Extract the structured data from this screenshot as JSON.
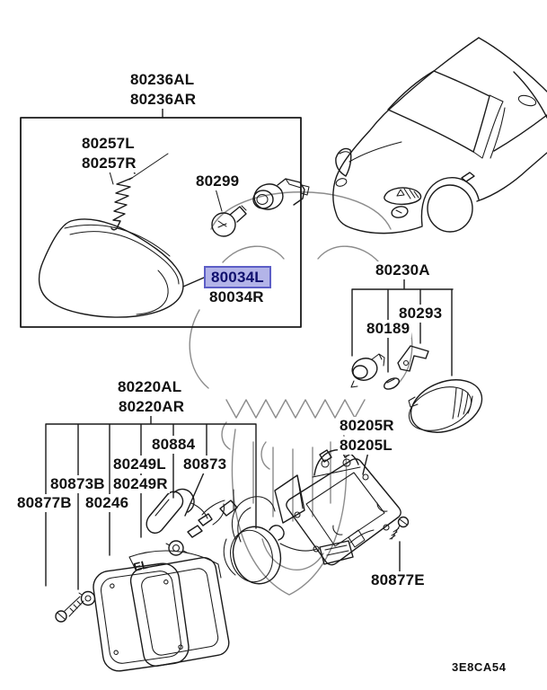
{
  "page": {
    "type": "parts-catalog-diagram",
    "figure_code": "3E8CA54",
    "selected_part": "80034L"
  },
  "colors": {
    "line": "#1a1a1a",
    "background": "#ffffff",
    "watermark": "#c9c9c9",
    "highlight_fill": "#b3b4e8",
    "highlight_border": "#5c5ec6",
    "highlight_text": "#10106e",
    "label_text": "#111111"
  },
  "markings": {
    "lamp_marking": "EL"
  },
  "labels": {
    "p80236AL": "80236AL",
    "p80236AR": "80236AR",
    "p80257L": "80257L",
    "p80257R": "80257R",
    "p80299": "80299",
    "p80034L": "80034L",
    "p80034R": "80034R",
    "p80230A": "80230A",
    "p80293": "80293",
    "p80189": "80189",
    "p80205R": "80205R",
    "p80205L": "80205L",
    "p80877E": "80877E",
    "p80220AL": "80220AL",
    "p80220AR": "80220AR",
    "p80884": "80884",
    "p80249L": "80249L",
    "p80873": "80873",
    "p80873B": "80873B",
    "p80249R": "80249R",
    "p80877B": "80877B",
    "p80246": "80246"
  }
}
